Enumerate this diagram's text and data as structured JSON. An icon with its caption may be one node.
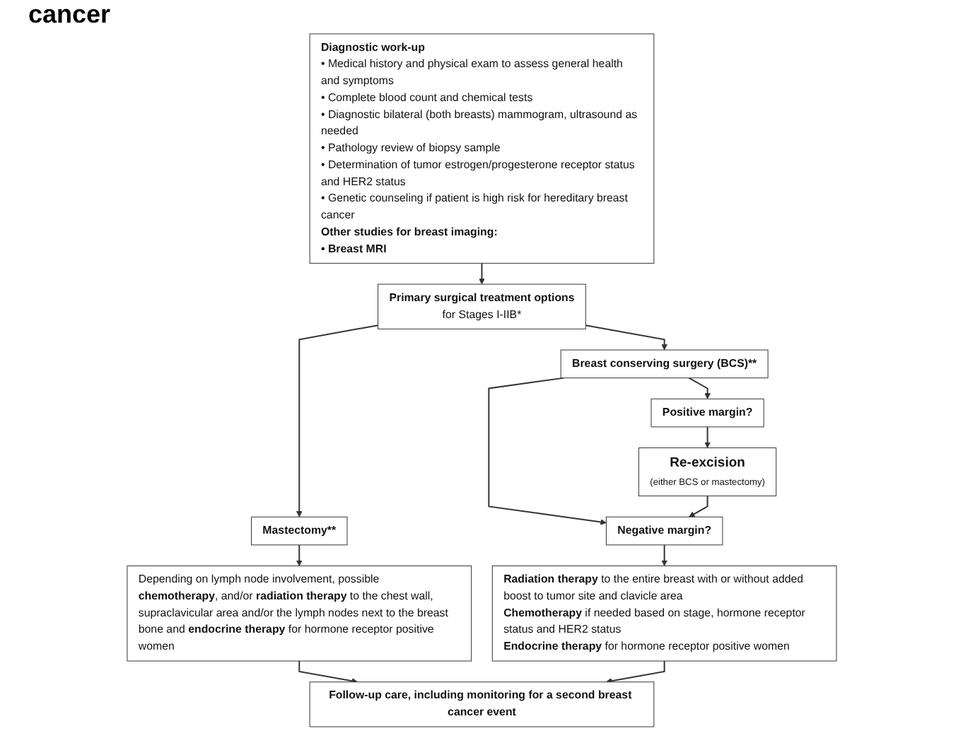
{
  "diagram": {
    "title": "cancer",
    "nodes": [
      {
        "text": [
          "Diagnostic work-up",
          "• Medical history and physical exam to assess general health and symptoms",
          "• Complete blood count and chemical tests",
          "• Diagnostic bilateral (both breasts) mammogram, ultrasound as needed",
          "• Pathology review of biopsy sample",
          "• Determination of tumor estrogen/progesterone receptor status and HER2 status",
          "• Genetic counseling if patient is high risk for hereditary breast cancer",
          "Other studies for breast imaging:",
          "• Breast MRI"
        ]
      },
      {
        "text": [
          "Primary surgical treatment options",
          "for Stages I-IIB*"
        ]
      },
      {
        "text": [
          "Breast conserving surgery (BCS)**"
        ]
      },
      {
        "text": [
          "Mastectomy**"
        ]
      },
      {
        "text": [
          "Positive margin?"
        ]
      },
      {
        "text": [
          "Negative margin?"
        ]
      },
      {
        "text": [
          "Re-excision",
          "(either BCS or mastectomy)"
        ]
      },
      {
        "text": [
          "**Radiation therapy** to the entire breast with or without added boost to tumor site and clavicle area",
          "**Chemotherapy** if needed based on stage, hormone receptor status and HER2 status",
          "**Endocrine therapy** for hormone receptor positive women"
        ]
      },
      {
        "text": [
          "Depending on lymph node involvement, possible **chemotherapy**, and/or **radiation therapy** to the chest wall, supraclavicular area and/or the lymph nodes next to the breast bone and **endocrine therapy** for hormone receptor positive women"
        ]
      },
      {
        "text": [
          "Follow-up care, including monitoring for a second breast cancer event"
        ]
      }
    ],
    "edges": [
      {
        "from": 0,
        "to": 1,
        "arrow": "to"
      },
      {
        "from": 1,
        "to": 2,
        "arrow": "to"
      },
      {
        "from": 1,
        "to": 3,
        "arrow": "to"
      },
      {
        "from": 2,
        "to": 4,
        "arrow": "to"
      },
      {
        "from": 2,
        "to": 5,
        "arrow": "to"
      },
      {
        "from": 4,
        "to": 6,
        "arrow": "to"
      },
      {
        "from": 6,
        "to": 5,
        "arrow": "to"
      },
      {
        "from": 5,
        "to": 7,
        "arrow": "to"
      },
      {
        "from": 3,
        "to": 8,
        "arrow": "to"
      },
      {
        "from": 8,
        "to": 9,
        "arrow": "to"
      },
      {
        "from": 7,
        "to": 9,
        "arrow": "to"
      }
    ]
  }
}
